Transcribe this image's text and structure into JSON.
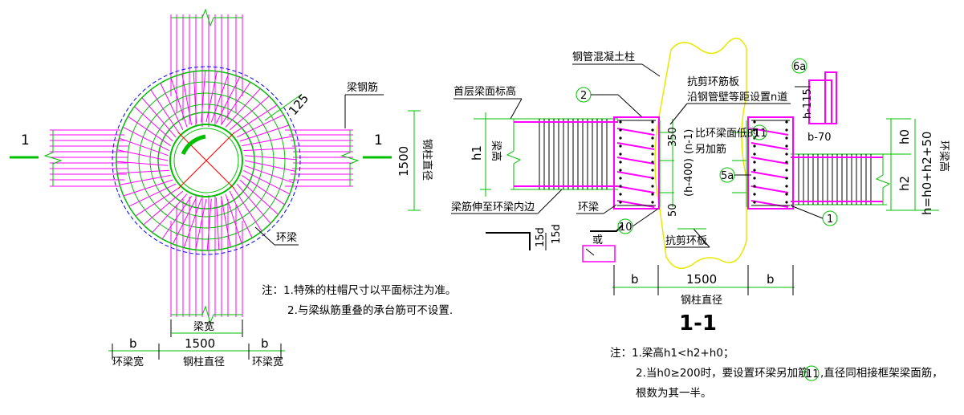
{
  "left_view": {
    "section_mark_left": "1",
    "section_mark_right": "1",
    "angle_label": "125",
    "beam_rebar_label": "梁钢筋",
    "ring_beam_label": "环梁",
    "vertical_dim_value": "1500",
    "vertical_dim_label": "钢柱直径",
    "beam_width_label": "梁宽",
    "dim_b_left": "b",
    "dim_1500": "1500",
    "dim_b_right": "b",
    "dim_label_left": "环梁宽",
    "dim_label_mid": "钢柱直径",
    "dim_label_right": "环梁宽",
    "notes": [
      "注：1.特殊的柱帽尺寸以平面标注为准。",
      "2.与梁纵筋重叠的承台筋可不设置."
    ]
  },
  "right_view": {
    "steel_tube_label": "钢管混凝土柱",
    "first_floor_label": "首层梁面标高",
    "shear_ring_label": "抗剪环筋板",
    "shear_ring_sub": "沿钢管壁等距设置n道",
    "ring_beam_top_low": "比环梁面低的",
    "extra_rebar": "另加筋",
    "beam_rebar_extend": "梁筋伸至环梁内边",
    "ring_beam": "环梁",
    "shear_ring_plate": "抗剪环板",
    "or_label": "或",
    "h1": "h1",
    "beam_height": "梁高",
    "h0": "h0",
    "h2": "h2",
    "h_formula": "h=h0+h2+50",
    "ring_beam_height": "环梁高",
    "dim_350": "350",
    "dim_n1": "(n-1)",
    "dim_400": "(h-400)",
    "dim_50": "50",
    "dim_15d_a": "15d",
    "dim_15d_b": "15d",
    "h_115": "h-115",
    "b_70": "b-70",
    "callout_2": "2",
    "callout_6a": "6a",
    "callout_11": "11",
    "callout_5a": "5a",
    "callout_10": "10",
    "callout_1": "1",
    "dim_b_left": "b",
    "dim_1500": "1500",
    "dim_b_right": "b",
    "dim_label": "钢柱直径",
    "section_title": "1-1",
    "notes": [
      "注：1.梁高h1<h2+h0；",
      "2.当h0≥200时，要设置环梁另加筋",
      ",直径同相接框架梁面筋，",
      "根数为其一半。"
    ],
    "note_callout": "11"
  },
  "colors": {
    "rebar_magenta": "#ff00ff",
    "steel_green": "#00c000",
    "guide_blue": "#0000ff",
    "axis_red": "#ff0000",
    "tube_yellow": "#e8e800",
    "section_cyan": "#00b0b0"
  }
}
